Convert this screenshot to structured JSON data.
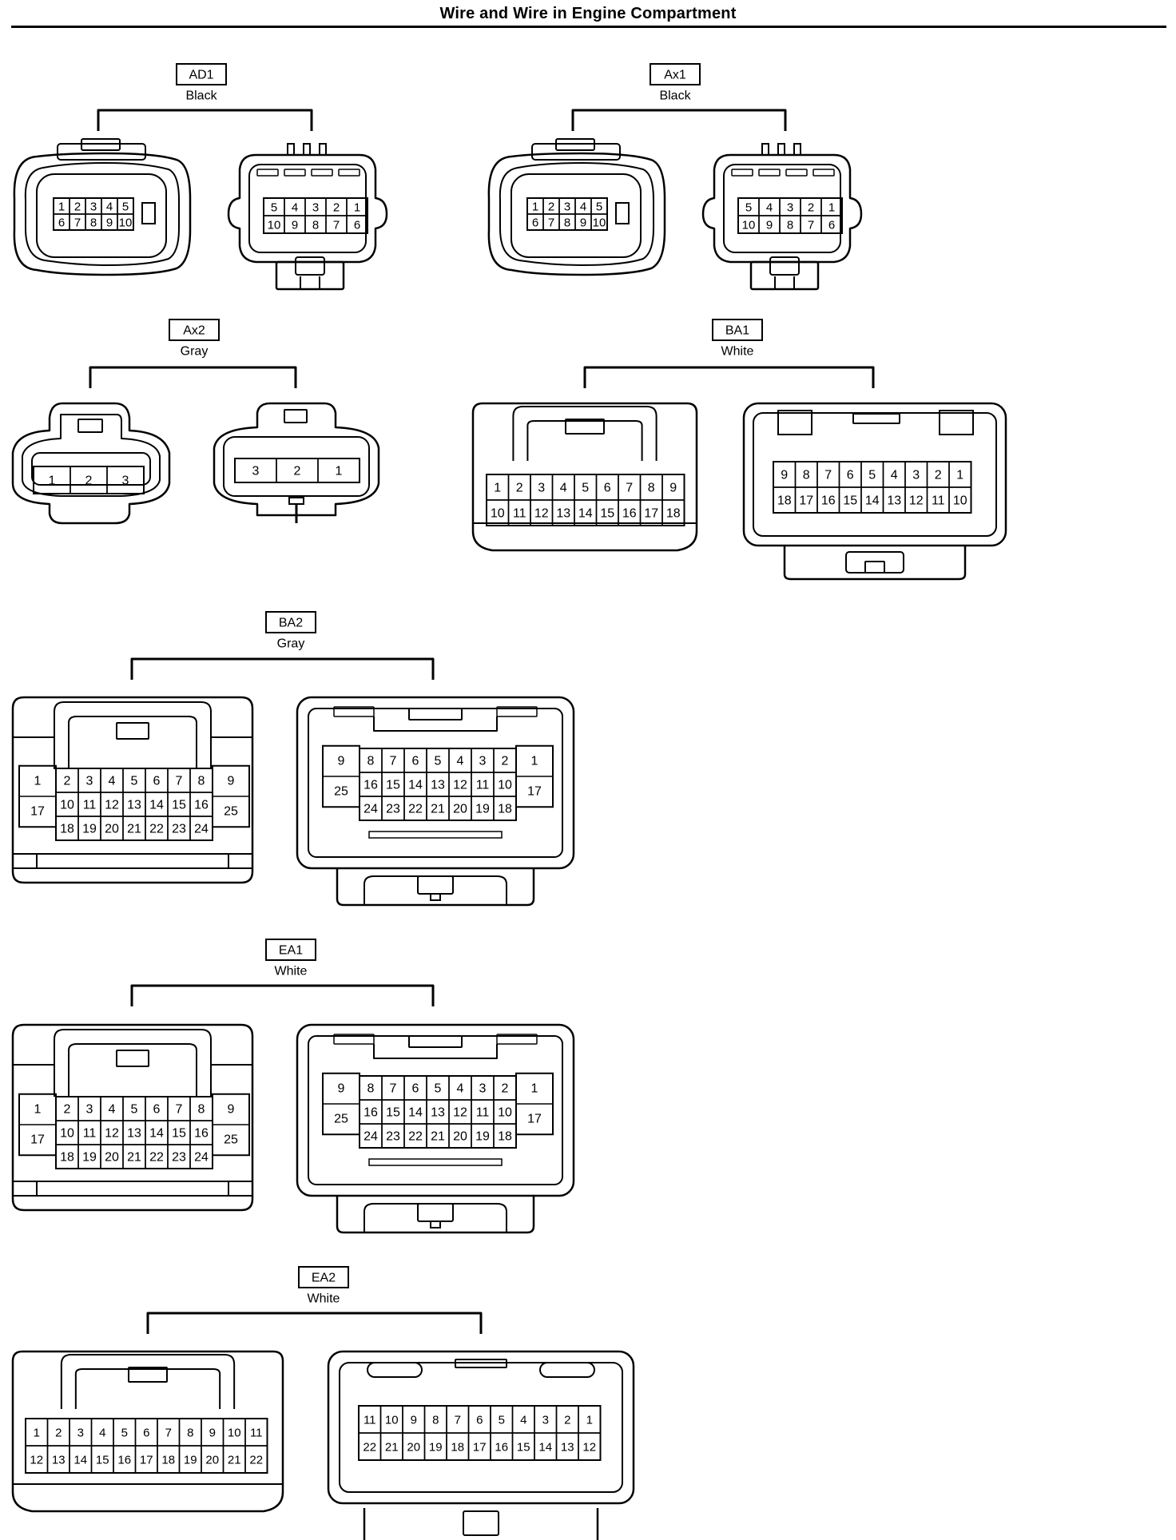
{
  "title": "Wire and Wire in Engine Compartment",
  "connectors": [
    {
      "code": "AD1",
      "color": "Black",
      "left": {
        "rows": [
          [
            "1",
            "2",
            "3",
            "4",
            "5"
          ],
          [
            "6",
            "7",
            "8",
            "9",
            "10"
          ]
        ]
      },
      "right": {
        "rows": [
          [
            "5",
            "4",
            "3",
            "2",
            "1"
          ],
          [
            "10",
            "9",
            "8",
            "7",
            "6"
          ]
        ]
      }
    },
    {
      "code": "Ax1",
      "color": "Black",
      "left": {
        "rows": [
          [
            "1",
            "2",
            "3",
            "4",
            "5"
          ],
          [
            "6",
            "7",
            "8",
            "9",
            "10"
          ]
        ]
      },
      "right": {
        "rows": [
          [
            "5",
            "4",
            "3",
            "2",
            "1"
          ],
          [
            "10",
            "9",
            "8",
            "7",
            "6"
          ]
        ]
      }
    },
    {
      "code": "Ax2",
      "color": "Gray",
      "left": {
        "rows": [
          [
            "1",
            "2",
            "3"
          ]
        ]
      },
      "right": {
        "rows": [
          [
            "3",
            "2",
            "1"
          ]
        ]
      }
    },
    {
      "code": "BA1",
      "color": "White",
      "left": {
        "rows": [
          [
            "1",
            "2",
            "3",
            "4",
            "5",
            "6",
            "7",
            "8",
            "9"
          ],
          [
            "10",
            "11",
            "12",
            "13",
            "14",
            "15",
            "16",
            "17",
            "18"
          ]
        ]
      },
      "right": {
        "rows": [
          [
            "9",
            "8",
            "7",
            "6",
            "5",
            "4",
            "3",
            "2",
            "1"
          ],
          [
            "18",
            "17",
            "16",
            "15",
            "14",
            "13",
            "12",
            "11",
            "10"
          ]
        ]
      }
    },
    {
      "code": "BA2",
      "color": "Gray",
      "left": {
        "side_left": [
          "1",
          "17"
        ],
        "side_right": [
          "9",
          "25"
        ],
        "rows": [
          [
            "2",
            "3",
            "4",
            "5",
            "6",
            "7",
            "8"
          ],
          [
            "10",
            "11",
            "12",
            "13",
            "14",
            "15",
            "16"
          ],
          [
            "18",
            "19",
            "20",
            "21",
            "22",
            "23",
            "24"
          ]
        ]
      },
      "right": {
        "side_left": [
          "9",
          "25"
        ],
        "side_right": [
          "1",
          "17"
        ],
        "rows": [
          [
            "8",
            "7",
            "6",
            "5",
            "4",
            "3",
            "2"
          ],
          [
            "16",
            "15",
            "14",
            "13",
            "12",
            "11",
            "10"
          ],
          [
            "24",
            "23",
            "22",
            "21",
            "20",
            "19",
            "18"
          ]
        ]
      }
    },
    {
      "code": "EA1",
      "color": "White",
      "left": {
        "side_left": [
          "1",
          "17"
        ],
        "side_right": [
          "9",
          "25"
        ],
        "rows": [
          [
            "2",
            "3",
            "4",
            "5",
            "6",
            "7",
            "8"
          ],
          [
            "10",
            "11",
            "12",
            "13",
            "14",
            "15",
            "16"
          ],
          [
            "18",
            "19",
            "20",
            "21",
            "22",
            "23",
            "24"
          ]
        ]
      },
      "right": {
        "side_left": [
          "9",
          "25"
        ],
        "side_right": [
          "1",
          "17"
        ],
        "rows": [
          [
            "8",
            "7",
            "6",
            "5",
            "4",
            "3",
            "2"
          ],
          [
            "16",
            "15",
            "14",
            "13",
            "12",
            "11",
            "10"
          ],
          [
            "24",
            "23",
            "22",
            "21",
            "20",
            "19",
            "18"
          ]
        ]
      }
    },
    {
      "code": "EA2",
      "color": "White",
      "left": {
        "rows": [
          [
            "1",
            "2",
            "3",
            "4",
            "5",
            "6",
            "7",
            "8",
            "9",
            "10",
            "11"
          ],
          [
            "12",
            "13",
            "14",
            "15",
            "16",
            "17",
            "18",
            "19",
            "20",
            "21",
            "22"
          ]
        ]
      },
      "right": {
        "rows": [
          [
            "11",
            "10",
            "9",
            "8",
            "7",
            "6",
            "5",
            "4",
            "3",
            "2",
            "1"
          ],
          [
            "22",
            "21",
            "20",
            "19",
            "18",
            "17",
            "16",
            "15",
            "14",
            "13",
            "12"
          ]
        ]
      }
    }
  ]
}
